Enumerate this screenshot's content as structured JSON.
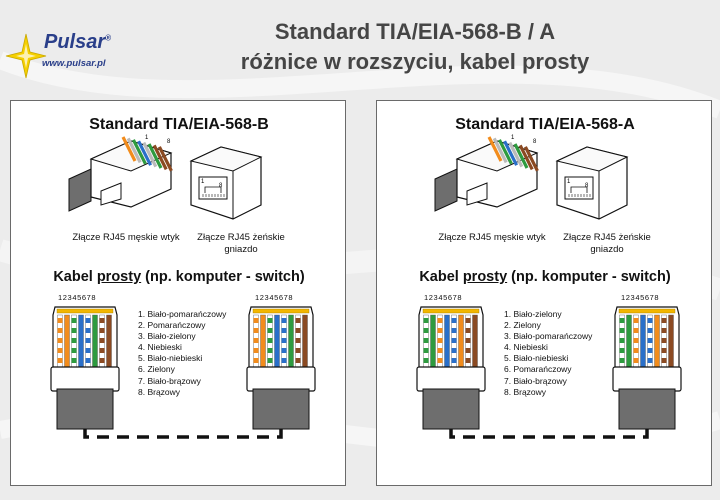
{
  "header": {
    "logo_name": "Pulsar",
    "logo_mark": "®",
    "logo_url": "www.pulsar.pl",
    "title_line1": "Standard TIA/EIA-568-B / A",
    "title_line2": "różnice w rozszyciu, kabel prosty"
  },
  "panels": [
    {
      "title": "Standard  TIA/EIA-568-B",
      "male_caption": "Złącze RJ45 męskie wtyk",
      "female_caption": "Złącze RJ45 żeńskie gniazdo",
      "pin_first": "1",
      "pin_last": "8",
      "cable_prefix": "Kabel ",
      "cable_underlined": "prosty",
      "cable_suffix": " (np. komputer - switch)",
      "pin_numbers": "12345678",
      "wires": [
        "1. Biało-pomarańczowy",
        "2. Pomarańczowy",
        "3. Biało-zielony",
        "4. Niebieski",
        "5. Biało-niebieski",
        "6. Zielony",
        "7. Biało-brązowy",
        "8. Brązowy"
      ]
    },
    {
      "title": "Standard  TIA/EIA-568-A",
      "male_caption": "Złącze RJ45 męskie wtyk",
      "female_caption": "Złącze RJ45 żeńskie gniazdo",
      "pin_first": "1",
      "pin_last": "8",
      "cable_prefix": "Kabel ",
      "cable_underlined": "prosty",
      "cable_suffix": " (np. komputer - switch)",
      "pin_numbers": "12345678",
      "wires": [
        "1. Biało-zielony",
        "2. Zielony",
        "3. Biało-pomarańczowy",
        "4. Niebieski",
        "5. Biało-niebieski",
        "6. Pomarańczowy",
        "7. Biało-brązowy",
        "8. Brązowy"
      ]
    }
  ],
  "colors": {
    "orange": "#f28c1c",
    "green": "#2e9b3f",
    "blue": "#2a6fc9",
    "brown": "#8b4a22",
    "white": "#ffffff",
    "title_gray": "#454545",
    "logo_blue": "#2a3f8a",
    "logo_yellow": "#f5d000"
  },
  "wire_patterns": [
    [
      [
        "white",
        "orange"
      ],
      [
        "orange",
        null
      ],
      [
        "white",
        "green"
      ],
      [
        "blue",
        null
      ],
      [
        "white",
        "blue"
      ],
      [
        "green",
        null
      ],
      [
        "white",
        "brown"
      ],
      [
        "brown",
        null
      ]
    ],
    [
      [
        "white",
        "green"
      ],
      [
        "green",
        null
      ],
      [
        "white",
        "orange"
      ],
      [
        "blue",
        null
      ],
      [
        "white",
        "blue"
      ],
      [
        "orange",
        null
      ],
      [
        "white",
        "brown"
      ],
      [
        "brown",
        null
      ]
    ]
  ]
}
